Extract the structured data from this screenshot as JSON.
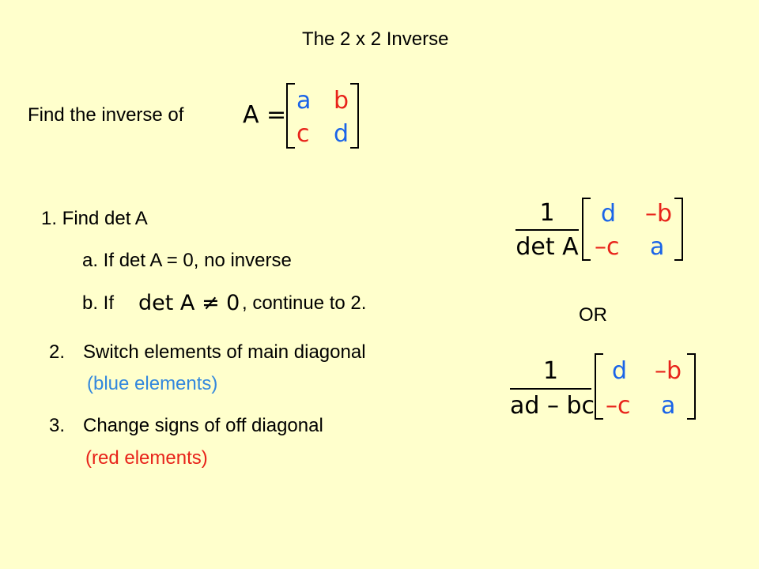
{
  "title": "The 2 x 2 Inverse",
  "colors": {
    "background": "#ffffcc",
    "blue": "#1a64e8",
    "red": "#e8231a",
    "light_blue": "#3388dd"
  },
  "find": {
    "label": "Find the inverse of",
    "lhs": "A =",
    "matrix": {
      "a": "a",
      "b": "b",
      "c": "c",
      "d": "d"
    }
  },
  "steps": {
    "s1": "1.  Find det A",
    "s1a": "a.  If det A = 0, no inverse",
    "s1b_prefix": "b.  If",
    "s1b_math": "det A ≠ 0",
    "s1b_suffix": ", continue to 2.",
    "s2_num": "2.",
    "s2_text": "Switch elements of main diagonal",
    "s2_note": "(blue elements)",
    "s3_num": "3.",
    "s3_text": "Change signs of off diagonal",
    "s3_note": "(red elements)"
  },
  "formula1": {
    "numerator": "1",
    "denominator": "det A",
    "matrix": {
      "tl": "d",
      "tr": "–b",
      "bl": "–c",
      "br": "a"
    }
  },
  "or_label": "OR",
  "formula2": {
    "numerator": "1",
    "denominator": "ad – bc",
    "matrix": {
      "tl": "d",
      "tr": "–b",
      "bl": "–c",
      "br": "a"
    }
  }
}
